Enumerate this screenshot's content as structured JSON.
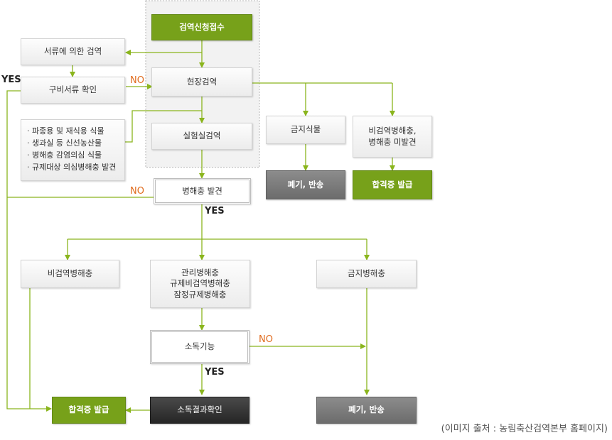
{
  "nodes": {
    "inspection_request": "검역신청접수",
    "document_inspection": "서류에 의한 검역",
    "document_check": "구비서류 확인",
    "onsite_inspection": "현장검역",
    "lab_inspection": "실험실검역",
    "prohibited_plants": "금지식물",
    "non_quarantine_pest": "비검역병해충,\n병해충 미발견",
    "dispose_return_1": "폐기, 반송",
    "certificate_1": "합격증 발급",
    "pest_found": "병해충 발견",
    "non_quarantine_pests_2": "비검역병해충",
    "managed_pests": "관리병해충\n규제비검역병해충\n잠정규제병해충",
    "prohibited_pests": "금지병해충",
    "disinfection": "소독기능",
    "disinfection_check": "소독결과확인",
    "certificate_2": "합격증 발급",
    "dispose_return_2": "폐기, 반송"
  },
  "plant_list": [
    "파종용 및 재식용 식물",
    "생과실 등 신선농산물",
    "병해충 감염의심 식물",
    "규제대상 의심병해충 발견"
  ],
  "labels": {
    "yes": "YES",
    "no": "NO"
  },
  "caption": "(이미지 출처 : 농림축산검역본부 홈페이지)",
  "colors": {
    "arrow": "#8ab51d",
    "green_box": "#77a11a",
    "no_label": "#e06a1c"
  }
}
